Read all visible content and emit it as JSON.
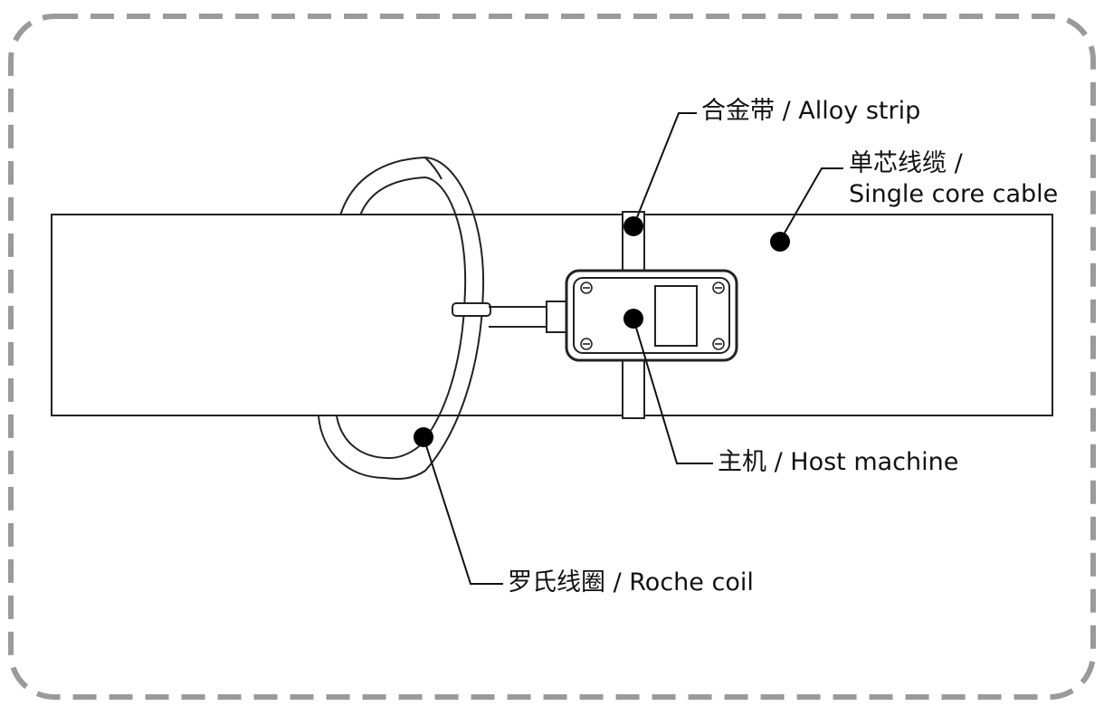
{
  "colors": {
    "border": "#9a9a9a",
    "stroke": "#222222",
    "marker": "#000000",
    "background": "#ffffff"
  },
  "labels": {
    "alloy_strip": "合金带 / Alloy strip",
    "single_core_cable_line1": "单芯线缆 /",
    "single_core_cable_line2": "Single core cable",
    "host_machine": "主机 / Host machine",
    "roche_coil": "罗氏线圈 / Roche coil"
  }
}
